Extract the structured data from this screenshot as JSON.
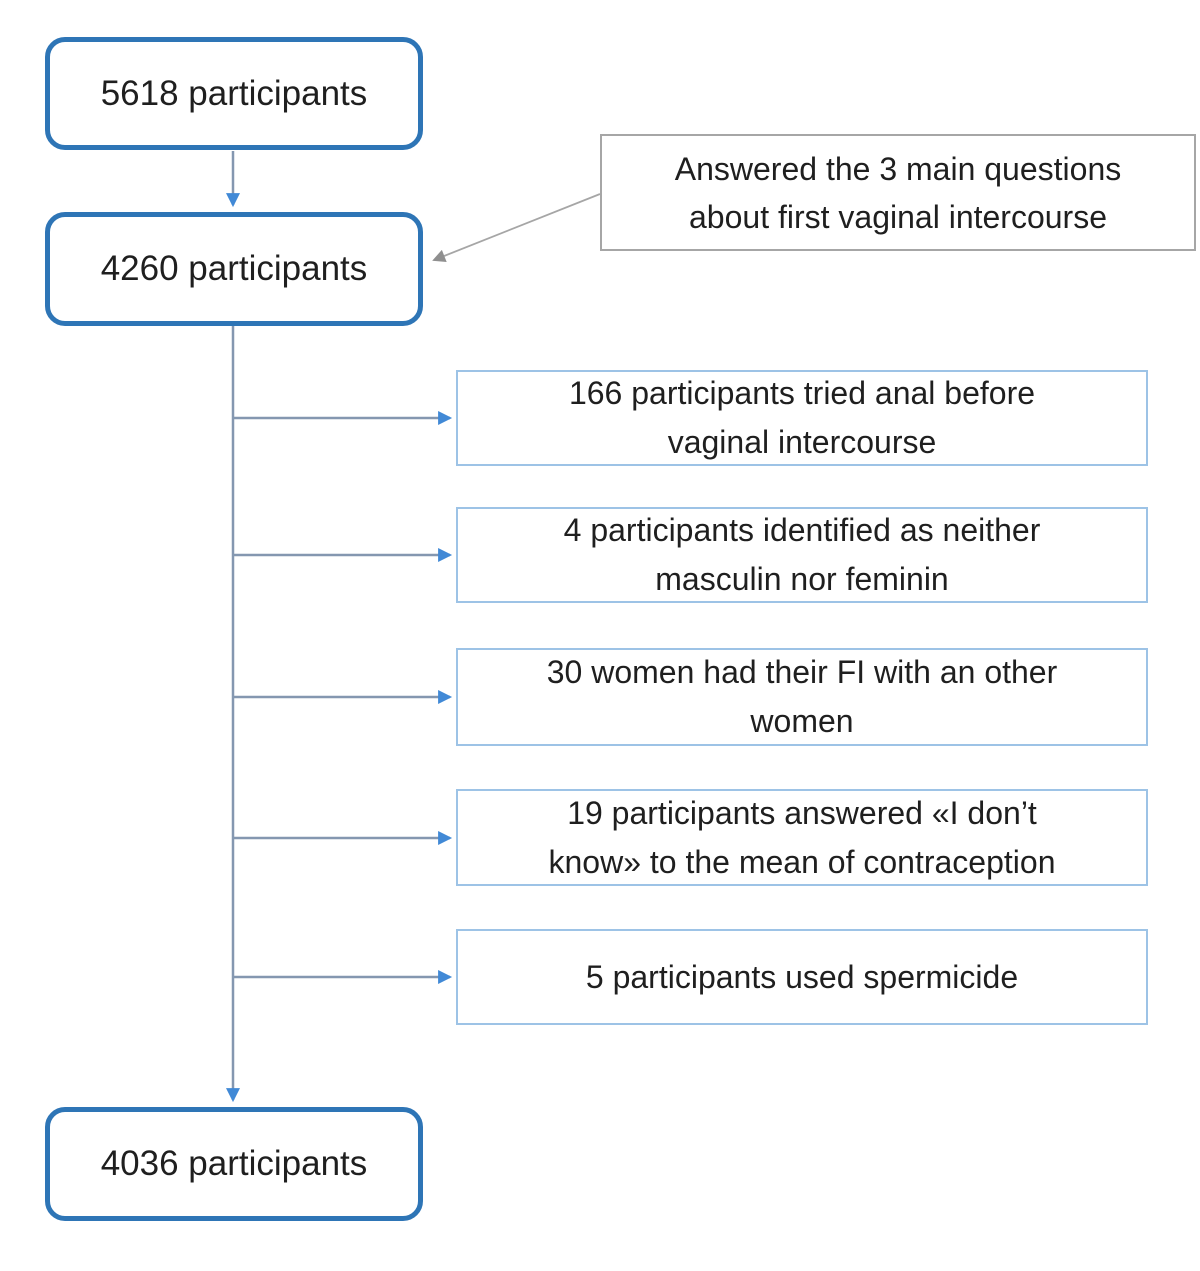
{
  "colors": {
    "node_border": "#2E75B6",
    "exclusion_border": "#9DC3E6",
    "note_border": "#A6A6A6",
    "connector_line": "#8497B0",
    "connector_arrowhead": "#4189D6",
    "note_arrow": "#A6A6A6",
    "note_arrowhead": "#8F8F8F",
    "text": "#1F1F1F"
  },
  "nodes": {
    "start": {
      "label": "5618 participants"
    },
    "middle": {
      "label": "4260 participants"
    },
    "final": {
      "label": "4036 participants"
    }
  },
  "note": {
    "lines": [
      "Answered the 3 main questions",
      "about first vaginal intercourse"
    ]
  },
  "exclusions": [
    {
      "lines": [
        "166 participants tried anal before",
        "vaginal intercourse"
      ]
    },
    {
      "lines": [
        "4 participants identified as neither",
        "masculin nor feminin"
      ]
    },
    {
      "lines": [
        "30 women had their FI with an other",
        "women"
      ]
    },
    {
      "lines": [
        "19 participants answered «I don’t",
        "know» to the mean of contraception"
      ]
    },
    {
      "lines": [
        "5 participants used spermicide"
      ]
    }
  ]
}
